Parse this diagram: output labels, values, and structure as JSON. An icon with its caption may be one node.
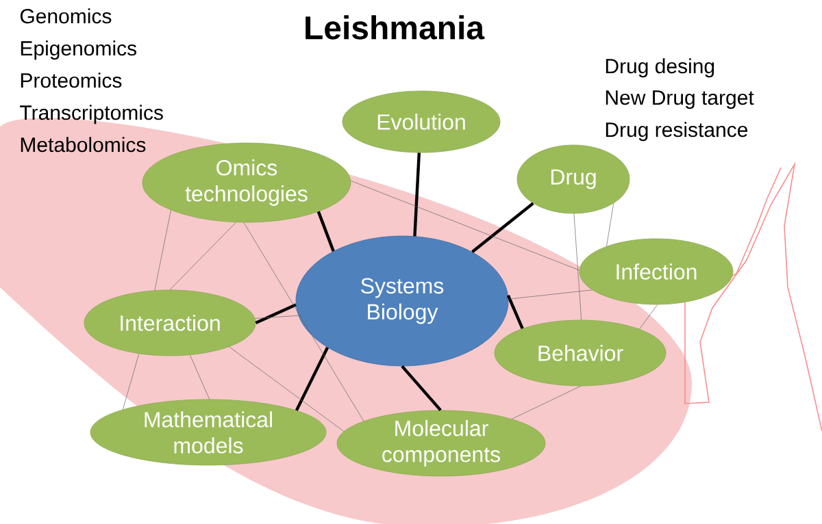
{
  "diagram": {
    "title": "Leishmania",
    "nodes": [
      {
        "text": [
          "Evolution"
        ]
      },
      {
        "text": [
          "Omics technologies"
        ]
      },
      {
        "text": [
          "Drug"
        ]
      },
      {
        "text": [
          "Systems Biology"
        ]
      },
      {
        "text": [
          "Infection"
        ]
      },
      {
        "text": [
          "Interaction"
        ]
      },
      {
        "text": [
          "Behavior"
        ]
      },
      {
        "text": [
          "Mathematical models"
        ]
      },
      {
        "text": [
          "Molecular components"
        ]
      }
    ],
    "edges": [
      {
        "from": 3,
        "to": 0,
        "arrow": "none",
        "style": "thick",
        "color": "#000000"
      },
      {
        "from": 3,
        "to": 1,
        "arrow": "none",
        "style": "thick",
        "color": "#000000"
      },
      {
        "from": 3,
        "to": 2,
        "arrow": "none",
        "style": "thick",
        "color": "#000000"
      },
      {
        "from": 3,
        "to": 5,
        "arrow": "none",
        "style": "thick",
        "color": "#000000"
      },
      {
        "from": 3,
        "to": 6,
        "arrow": "none",
        "style": "thick",
        "color": "#000000"
      },
      {
        "from": 3,
        "to": 7,
        "arrow": "none",
        "style": "thick",
        "color": "#000000"
      },
      {
        "from": 3,
        "to": 8,
        "arrow": "none",
        "style": "thick",
        "color": "#000000"
      },
      {
        "from": 3,
        "to": 4,
        "arrow": "none"
      },
      {
        "from": 3,
        "to": 5,
        "arrow": "none"
      },
      {
        "from": 1,
        "to": 5,
        "arrow": "none"
      },
      {
        "from": 1,
        "to": 5,
        "arrow": "none"
      },
      {
        "from": 1,
        "to": 8,
        "arrow": "none"
      },
      {
        "from": 1,
        "to": 4,
        "arrow": "none"
      },
      {
        "from": 5,
        "to": 7,
        "arrow": "none"
      },
      {
        "from": 5,
        "to": 7,
        "arrow": "none"
      },
      {
        "from": 5,
        "to": 8,
        "arrow": "none"
      },
      {
        "from": 2,
        "to": 6,
        "arrow": "none"
      },
      {
        "from": 2,
        "to": 4,
        "arrow": "none"
      },
      {
        "from": 4,
        "to": 6,
        "arrow": "none"
      },
      {
        "from": 6,
        "to": 8,
        "arrow": "none"
      }
    ],
    "labels": [
      "Genomics",
      "Epigenomics",
      "Proteomics",
      "Transcriptomics",
      "Metabolomics",
      "Drug desing",
      "New Drug target",
      "Drug resistance"
    ]
  }
}
